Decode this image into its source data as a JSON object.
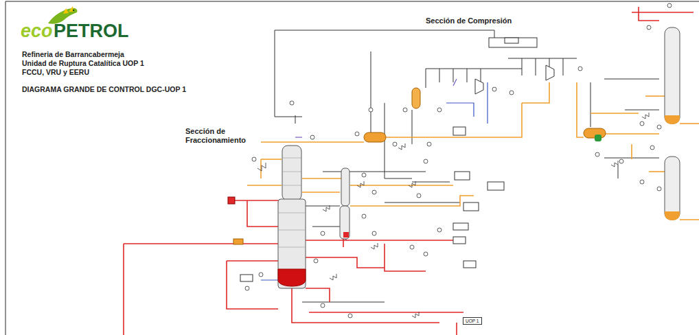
{
  "diagram": {
    "title": "DIAGRAMA GRANDE DE CONTROL DGC-UOP 1",
    "nodes": [
      {
        "text": [
          "UOP 1"
        ]
      }
    ],
    "labels": [
      "eco",
      "PETROL",
      "Refineria de Barrancabermeja",
      "Unidad de Ruptura Catalítica UOP 1",
      "FCCU, VRU y EERU",
      "Sección de Compresión",
      "Sección de Fraccionamiento"
    ]
  }
}
